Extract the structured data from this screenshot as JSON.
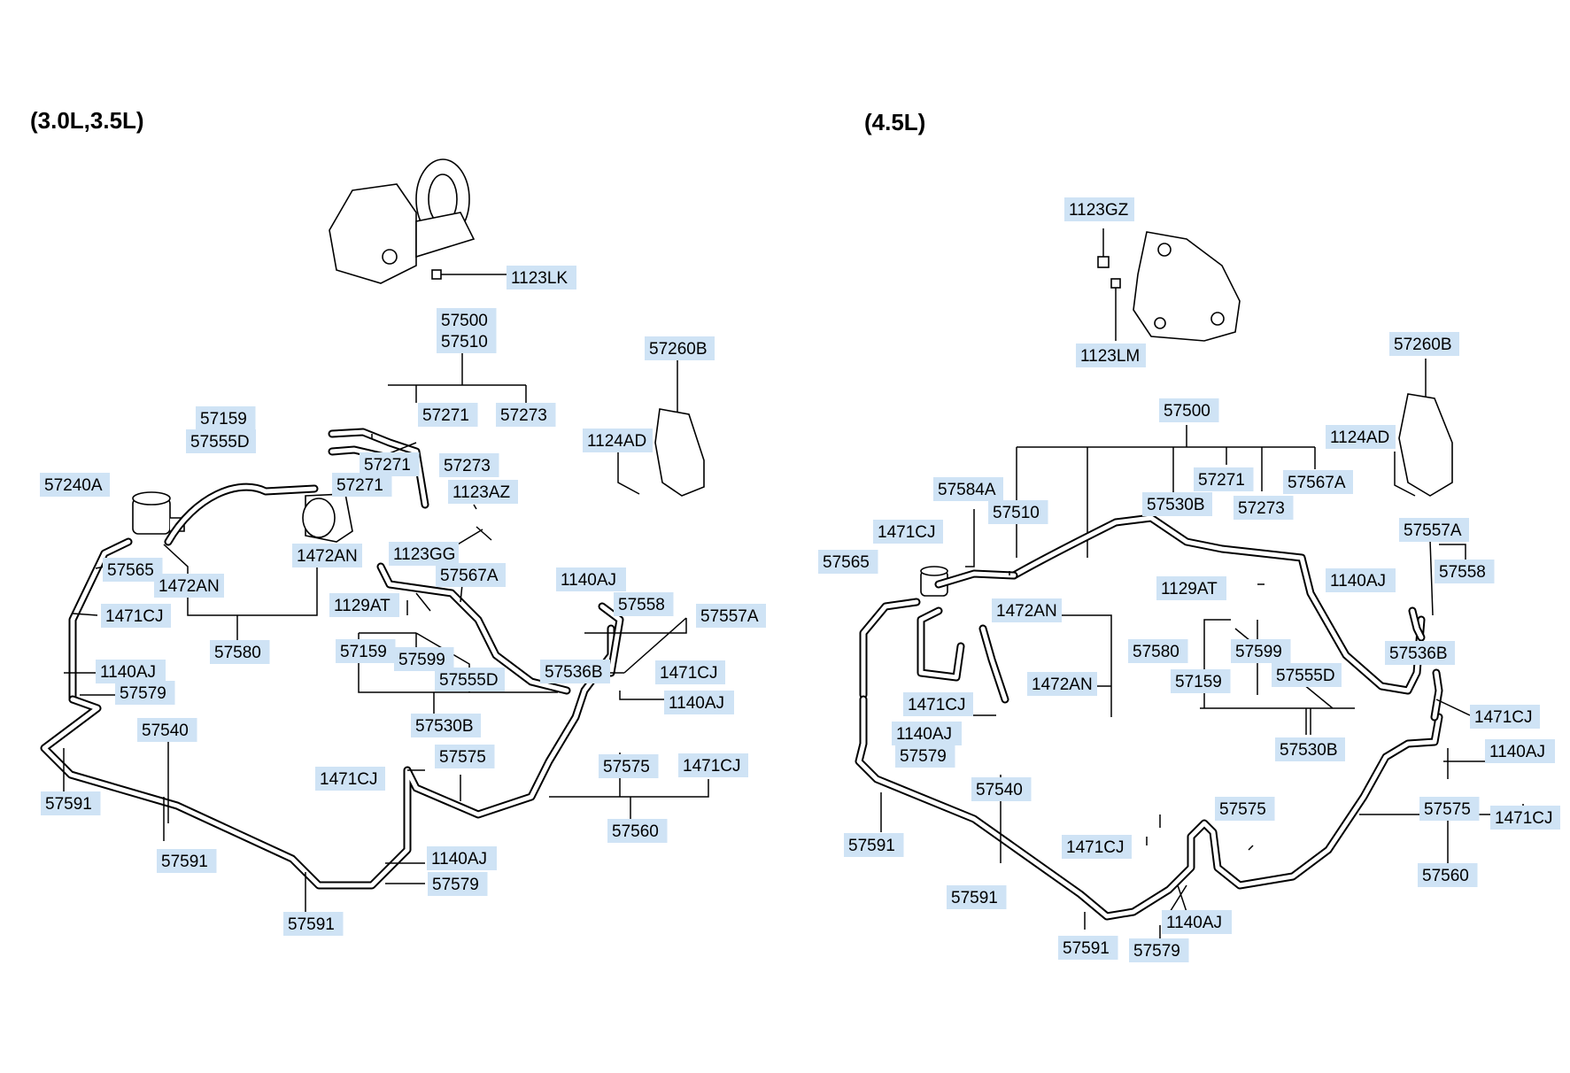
{
  "sections": [
    {
      "title": "(3.0L,3.5L)"
    },
    {
      "title": "(4.5L)"
    }
  ],
  "labels": [
    "1123LK",
    "57500",
    "57510",
    "57260B",
    "57271",
    "57273",
    "57159",
    "57555D",
    "1124AD",
    "57273",
    "57271",
    "57271",
    "1123AZ",
    "57240A",
    "1472AN",
    "1123GG",
    "57567A",
    "57565",
    "1472AN",
    "1140AJ",
    "57558",
    "57557A",
    "1471CJ",
    "1129AT",
    "57580",
    "57159",
    "57599",
    "57536B",
    "1140AJ",
    "57555D",
    "1471CJ",
    "57579",
    "1140AJ",
    "57540",
    "57530B",
    "57575",
    "57591",
    "1471CJ",
    "57575",
    "1471CJ",
    "57560",
    "57591",
    "1140AJ",
    "57579",
    "57591",
    "1123GZ",
    "1123LM",
    "57260B",
    "57500",
    "1124AD",
    "57271",
    "57584A",
    "57530B",
    "57567A",
    "57273",
    "57510",
    "1471CJ",
    "57557A",
    "57565",
    "57558",
    "1129AT",
    "1140AJ",
    "1472AN",
    "57580",
    "57599",
    "57536B",
    "57159",
    "57555D",
    "1472AN",
    "1471CJ",
    "1471CJ",
    "1140AJ",
    "57579",
    "57530B",
    "1140AJ",
    "57540",
    "57575",
    "57575",
    "1471CJ",
    "1471CJ",
    "57591",
    "57560",
    "57591",
    "1140AJ",
    "57591",
    "57579"
  ]
}
